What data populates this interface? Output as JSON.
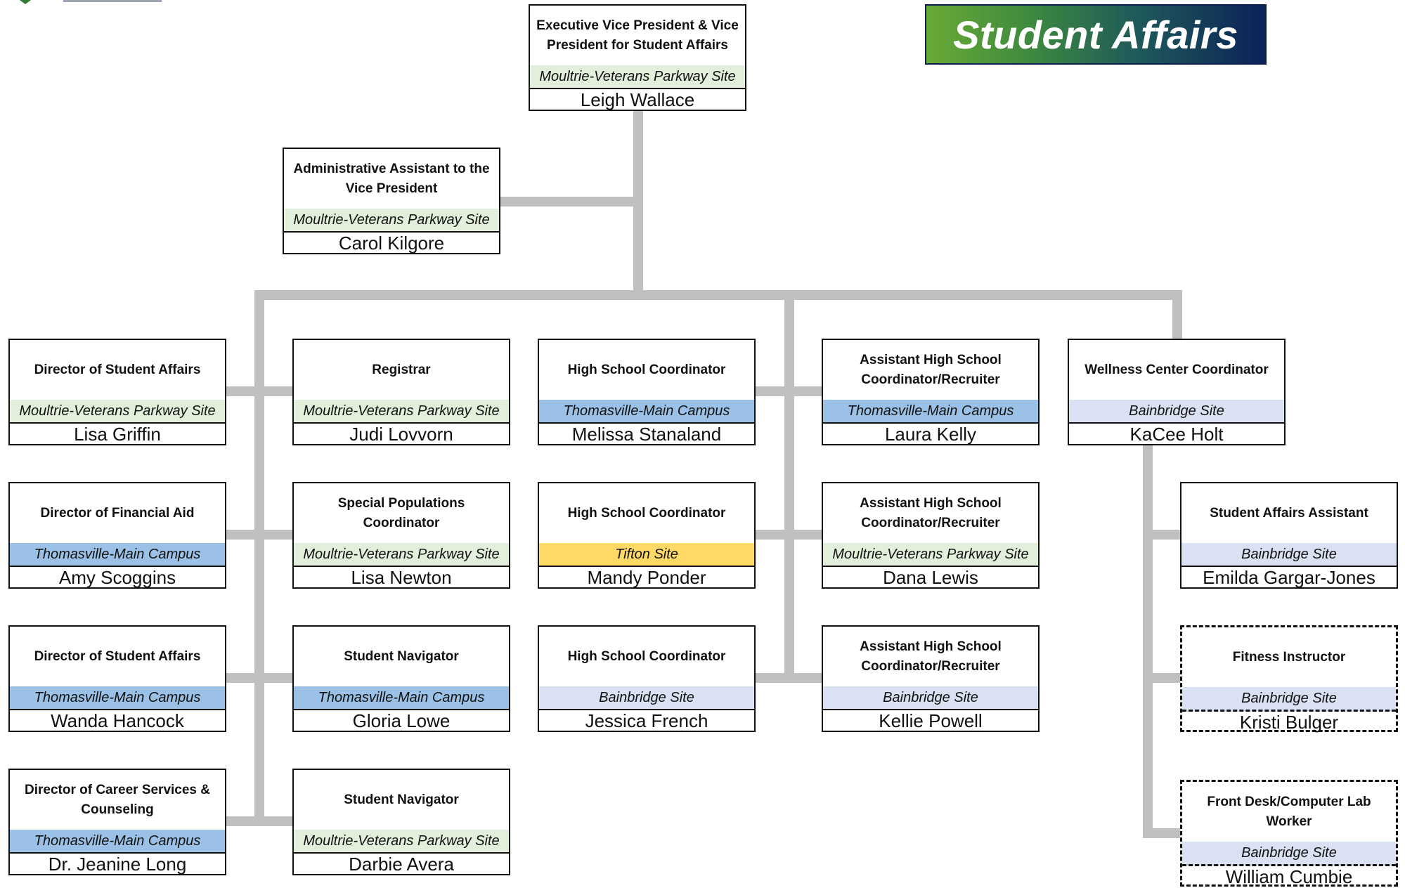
{
  "header": {
    "department_title": "Student Affairs",
    "banner_colors": [
      "#6aaa35",
      "#0b2157"
    ]
  },
  "site_colors": {
    "Moultrie-Veterans Parkway Site": "#e2efda",
    "Thomasville-Main Campus": "#9bc2e6",
    "Bainbridge Site": "#d9e1f2",
    "Tifton Site": "#ffd966"
  },
  "positions": {
    "vp": {
      "title": "Executive Vice President &  Vice President for Student Affairs",
      "site": "Moultrie-Veterans Parkway Site",
      "name": "Leigh Wallace"
    },
    "admin_assistant": {
      "title": "Administrative Assistant to the Vice President",
      "site": "Moultrie-Veterans Parkway Site",
      "name": "Carol Kilgore"
    },
    "dir_student_affairs_moultrie": {
      "title": "Director of Student Affairs",
      "site": "Moultrie-Veterans Parkway Site",
      "name": "Lisa Griffin"
    },
    "dir_financial_aid": {
      "title": "Director of Financial Aid",
      "site": "Thomasville-Main Campus",
      "name": "Amy Scoggins"
    },
    "dir_student_affairs_thomasville": {
      "title": "Director of Student Affairs",
      "site": "Thomasville-Main Campus",
      "name": "Wanda Hancock"
    },
    "dir_career_services": {
      "title": "Director of Career Services & Counseling",
      "site": "Thomasville-Main Campus",
      "name": "Dr. Jeanine Long"
    },
    "registrar": {
      "title": "Registrar",
      "site": "Moultrie-Veterans Parkway Site",
      "name": "Judi Lovvorn"
    },
    "special_populations": {
      "title": "Special Populations Coordinator",
      "site": "Moultrie-Veterans Parkway Site",
      "name": "Lisa Newton"
    },
    "navigator_thomasville": {
      "title": "Student Navigator",
      "site": "Thomasville-Main Campus",
      "name": "Gloria Lowe"
    },
    "navigator_moultrie": {
      "title": "Student Navigator",
      "site": "Moultrie-Veterans Parkway Site",
      "name": "Darbie Avera"
    },
    "hs_coord_thomasville": {
      "title": "High School Coordinator",
      "site": "Thomasville-Main Campus",
      "name": "Melissa Stanaland"
    },
    "hs_coord_tifton": {
      "title": "High School Coordinator",
      "site": "Tifton Site",
      "name": "Mandy Ponder"
    },
    "hs_coord_bainbridge": {
      "title": "High School Coordinator",
      "site": "Bainbridge Site",
      "name": "Jessica French"
    },
    "asst_hs_thomasville": {
      "title": "Assistant High School Coordinator/Recruiter",
      "site": "Thomasville-Main Campus",
      "name": "Laura Kelly"
    },
    "asst_hs_moultrie": {
      "title": "Assistant High School Coordinator/Recruiter",
      "site": "Moultrie-Veterans Parkway Site",
      "name": "Dana Lewis"
    },
    "asst_hs_bainbridge": {
      "title": "Assistant High School Coordinator/Recruiter",
      "site": "Bainbridge Site",
      "name": "Kellie Powell"
    },
    "wellness_coord": {
      "title": "Wellness Center Coordinator",
      "site": "Bainbridge Site",
      "name": "KaCee Holt"
    },
    "student_affairs_assistant": {
      "title": "Student Affairs Assistant",
      "site": "Bainbridge Site",
      "name": "Emilda Gargar-Jones"
    },
    "fitness_instructor": {
      "title": "Fitness Instructor",
      "site": "Bainbridge Site",
      "name": "Kristi Bulger"
    },
    "front_desk": {
      "title": "Front Desk/Computer Lab Worker",
      "site": "Bainbridge Site",
      "name": "William Cumbie"
    }
  }
}
